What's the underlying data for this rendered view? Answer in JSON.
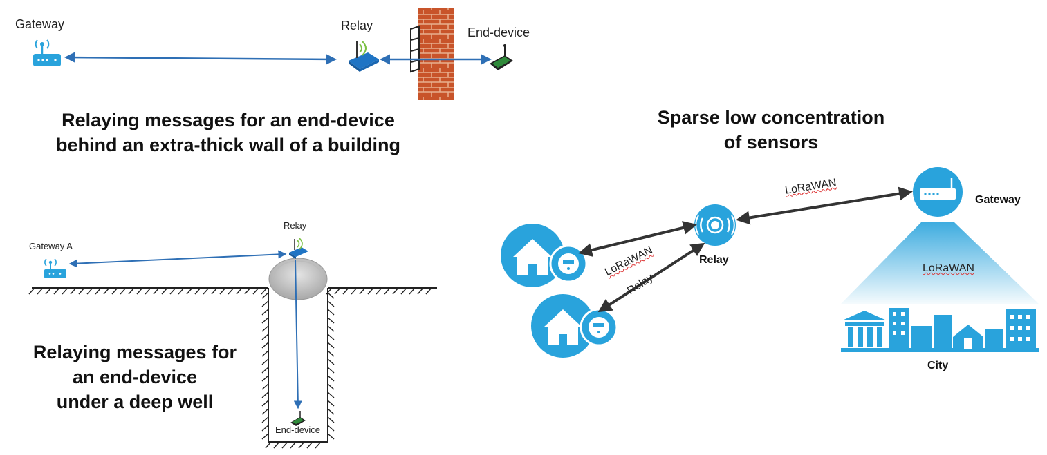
{
  "panel_wall": {
    "gateway_label": "Gateway",
    "relay_label": "Relay",
    "end_device_label": "End-device",
    "caption_line1": "Relaying messages for an end-device",
    "caption_line2": "behind an extra-thick wall of a building"
  },
  "panel_well": {
    "gateway_label": "Gateway A",
    "relay_label": "Relay",
    "end_device_label": "End-device",
    "caption_line1": "Relaying messages for",
    "caption_line2": "an end-device",
    "caption_line3": "under a deep well"
  },
  "panel_sparse": {
    "title_line1": "Sparse low concentration",
    "title_line2": "of sensors",
    "relay_label": "Relay",
    "gateway_label": "Gateway",
    "city_label": "City",
    "link_gateway_relay": "LoRaWAN",
    "link_relay_house1": "LoRaWAN",
    "link_relay_house2": "Relay",
    "link_gateway_city": "LoRaWAN"
  },
  "colors": {
    "accent_blue": "#29a3dc",
    "link_blue": "#2e6fb5",
    "dark_arrow": "#333333",
    "brick": "#c8542a",
    "device_green": "#2f8a3a"
  }
}
